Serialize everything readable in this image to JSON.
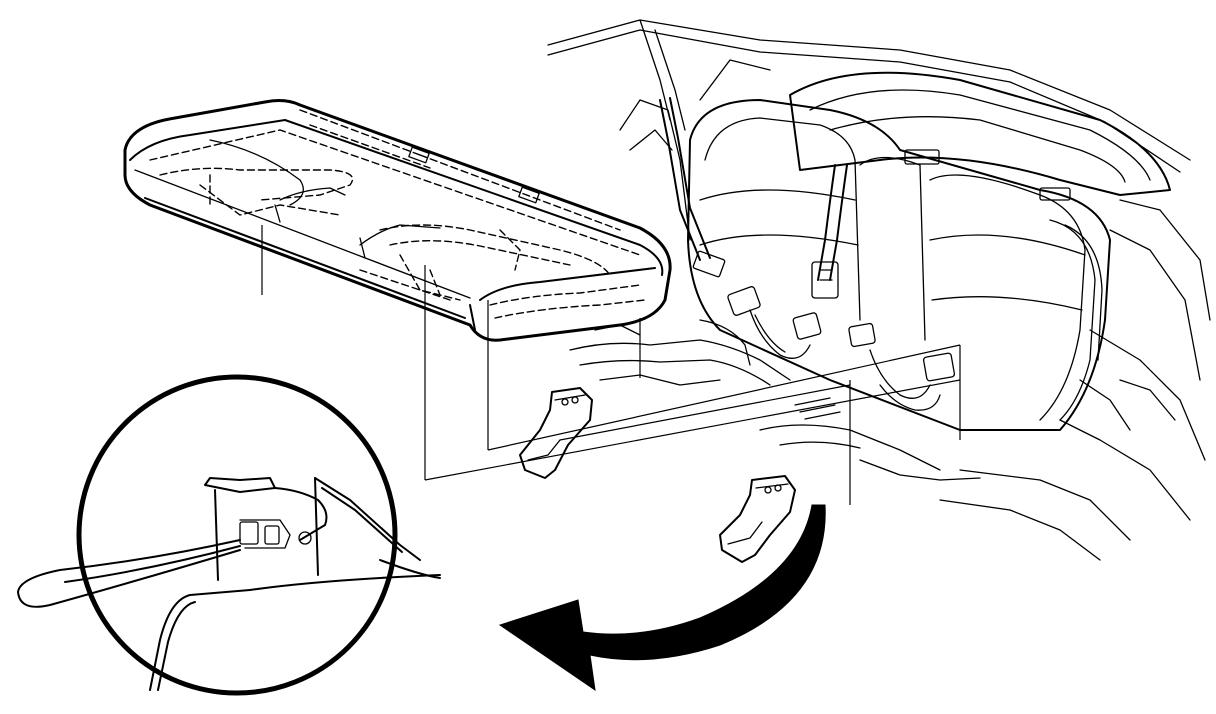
{
  "diagram": {
    "parts": [
      "rear-seat-cushion",
      "seat-back",
      "rear-shelf",
      "seat-belt-assemblies",
      "cushion-retainer-left",
      "cushion-retainer-right",
      "retainer-clip-detail",
      "rotation-arrow"
    ],
    "colors": {
      "ink": "#000000",
      "paper": "#ffffff"
    }
  }
}
